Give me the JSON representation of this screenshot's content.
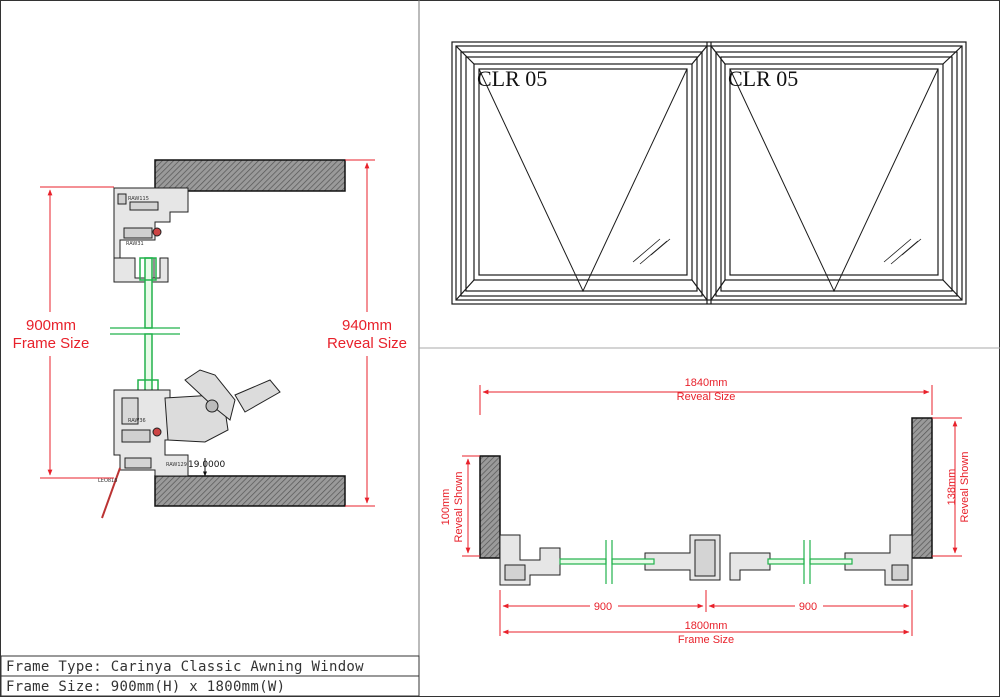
{
  "section_view": {
    "frame_dim": {
      "value": "900mm",
      "caption": "Frame Size"
    },
    "reveal_dim": {
      "value": "940mm",
      "caption": "Reveal Size"
    },
    "part_codes": [
      "RAW115",
      "RAW31",
      "RAW36",
      "RAW129",
      "LEO818"
    ],
    "offset_value": "19.0000"
  },
  "elevation": {
    "panels": [
      {
        "code": "CLR 05"
      },
      {
        "code": "CLR 05"
      }
    ]
  },
  "plan_view": {
    "reveal_width": {
      "value": "1840mm",
      "caption": "Reveal Size"
    },
    "left_reveal": {
      "value": "100mm",
      "caption": "Reveal Shown"
    },
    "right_reveal": {
      "value": "138mm",
      "caption": "Reveal Shown"
    },
    "panel_widths": [
      "900",
      "900"
    ],
    "frame_width": {
      "value": "1800mm",
      "caption": "Frame Size"
    }
  },
  "title_block": {
    "frame_type": "Frame Type: Carinya Classic Awning Window",
    "frame_size": "Frame Size: 900mm(H) x 1800mm(W)"
  },
  "colors": {
    "dimension": "#e8212b",
    "glass": "#22b24c",
    "line": "#1a1a1a"
  }
}
